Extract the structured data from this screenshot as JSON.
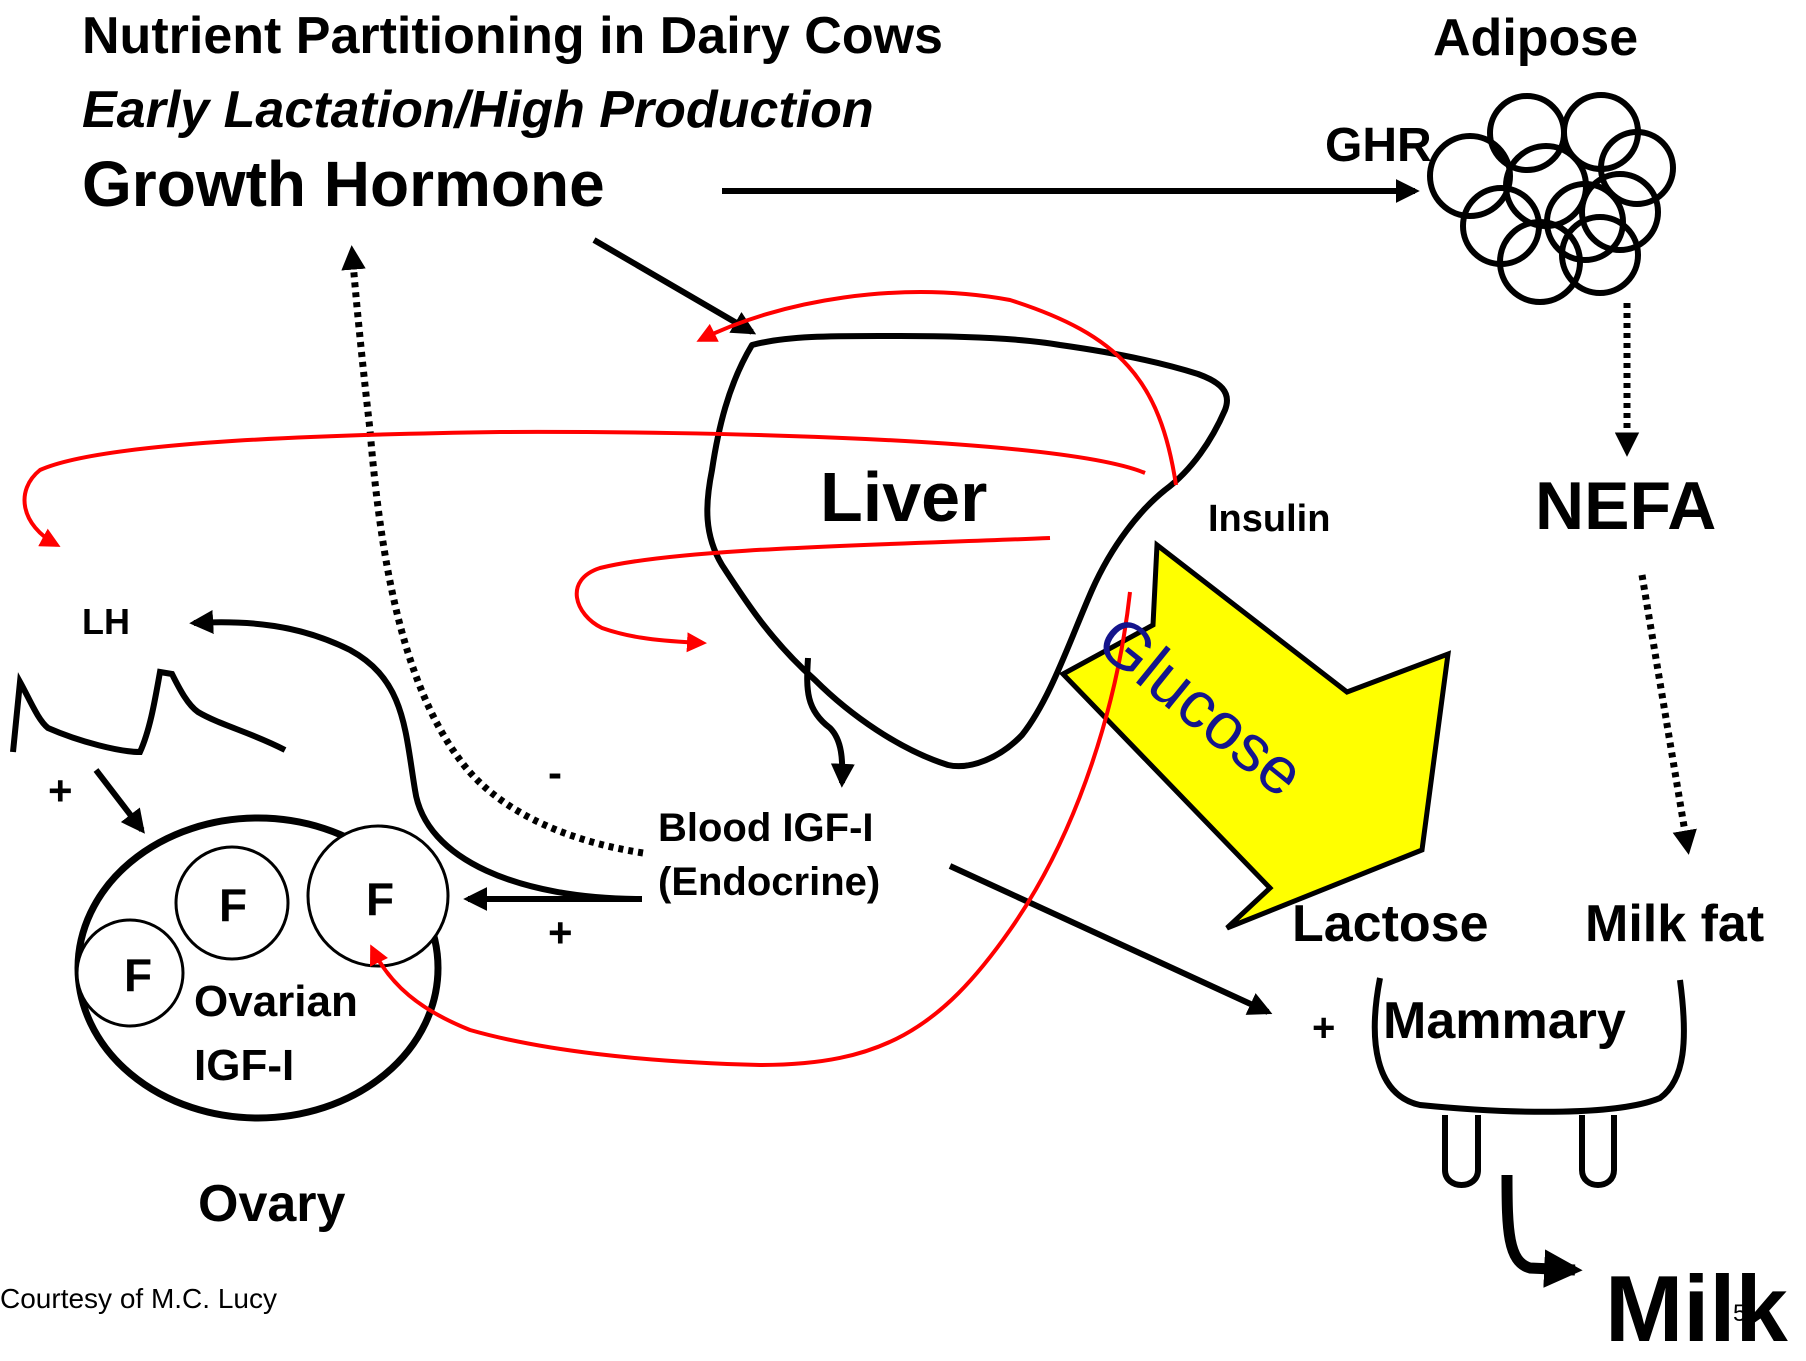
{
  "title": {
    "main": "Nutrient Partitioning in Dairy Cows",
    "subtitle": "Early Lactation/High Production"
  },
  "labels": {
    "growth_hormone": "Growth Hormone",
    "adipose": "Adipose",
    "ghr": "GHR",
    "liver": "Liver",
    "insulin": "Insulin",
    "nefa": "NEFA",
    "lh": "LH",
    "glucose": "Glucose",
    "blood_igf_line1": "Blood IGF-I",
    "blood_igf_line2": "(Endocrine)",
    "minus": "-",
    "plus_lh": "+",
    "plus_blood": "+",
    "plus_mammary": "+",
    "lactose": "Lactose",
    "milk_fat": "Milk fat",
    "mammary": "Mammary",
    "follicle": "F",
    "ovarian_igf_line1": "Ovarian",
    "ovarian_igf_line2": "IGF-I",
    "ovary": "Ovary",
    "milk": "Milk"
  },
  "footer": {
    "courtesy": "Courtesy of M.C. Lucy",
    "page_number": "5"
  },
  "colors": {
    "ink": "#000000",
    "feedback_arrow": "#ff0000",
    "glucose_fill": "#ffff00",
    "glucose_text": "#14148c"
  }
}
